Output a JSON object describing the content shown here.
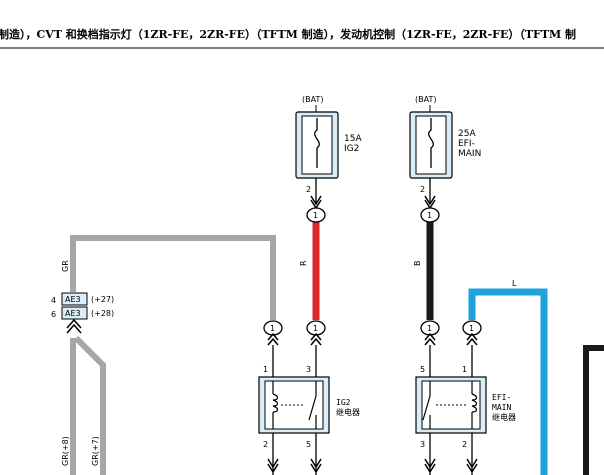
{
  "header": {
    "text": "制造），CVT 和换档指示灯（1ZR-FE，2ZR-FE）（TFTM 制造），发动机控制（1ZR-FE，2ZR-FE）（TFTM 制"
  },
  "fuses": [
    {
      "source": "(BAT)",
      "rating": "15A",
      "name": "IG2",
      "pin": "2"
    },
    {
      "source": "(BAT)",
      "rating": "25A",
      "name1": "EFI-",
      "name2": "MAIN",
      "pin": "2"
    }
  ],
  "wires": {
    "red": "R",
    "black": "B",
    "blue": "L",
    "gray": "GR",
    "gr_left": "GR(+8)",
    "gr_right": "GR(+7)"
  },
  "connector": {
    "pins": [
      {
        "num": "4",
        "code": "AE3",
        "ref": "(+27)"
      },
      {
        "num": "6",
        "code": "AE3",
        "ref": "(+28)"
      }
    ]
  },
  "junction": "1",
  "relays": [
    {
      "line1": "IG2",
      "line2": "继电器",
      "pins": [
        "1",
        "3",
        "2",
        "5"
      ]
    },
    {
      "line1": "EFI-",
      "line2": "MAIN",
      "line3": "继电器",
      "pins": [
        "5",
        "1",
        "3",
        "2"
      ]
    }
  ],
  "colors": {
    "red": "#e0262b",
    "black": "#1a1a1a",
    "blue": "#1ea3dc",
    "gray": "#a6a6a6",
    "box": "#d9eef8"
  }
}
